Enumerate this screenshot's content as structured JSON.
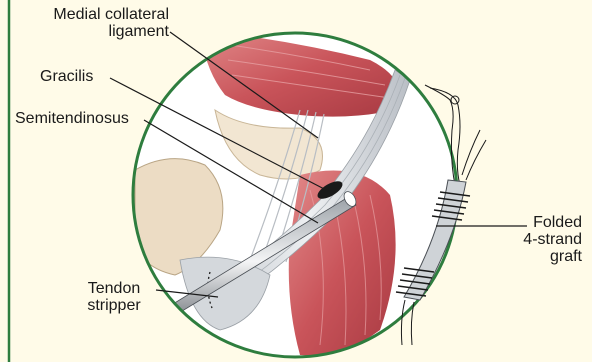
{
  "labels": {
    "mcl": [
      "Medial collateral",
      "ligament"
    ],
    "gracilis": "Gracilis",
    "semitendinosus": "Semitendinosus",
    "stripper": [
      "Tendon",
      "stripper"
    ],
    "graft": [
      "Folded",
      "4-strand",
      "graft"
    ]
  },
  "colors": {
    "background": "#fffbe8",
    "border": "#2e7d3e",
    "muscle": "#c9545a",
    "bone": "#ecdcc4",
    "tendon": "#d9dde2",
    "leader": "#1a1a1a"
  }
}
